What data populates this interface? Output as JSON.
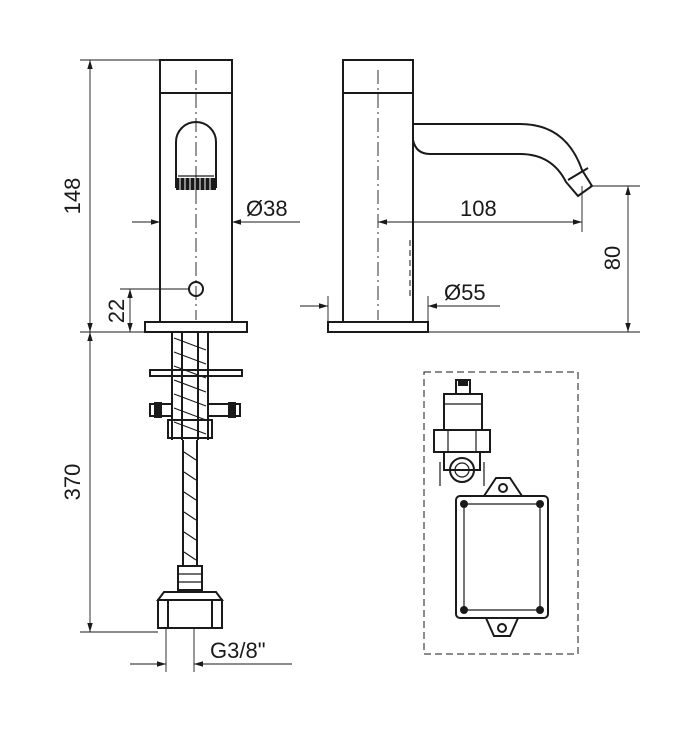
{
  "dimensions": {
    "total_height": "148",
    "body_diameter": "Ø38",
    "sensor_height": "22",
    "hose_length": "370",
    "spout_reach": "108",
    "spout_height": "80",
    "base_diameter": "Ø55",
    "connection_thread": "G3/8\""
  }
}
